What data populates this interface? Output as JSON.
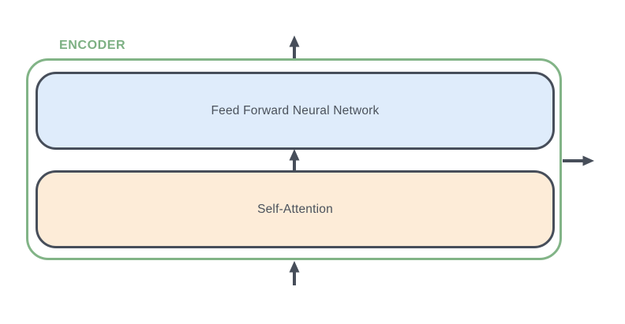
{
  "diagram": {
    "encoder_label": "ENCODER",
    "blocks": [
      {
        "name": "feed-forward-neural-network",
        "label": "Feed Forward Neural Network"
      },
      {
        "name": "self-attention",
        "label": "Self-Attention"
      }
    ],
    "arrows": [
      {
        "name": "encoder-output-top-arrow-icon",
        "direction": "up"
      },
      {
        "name": "ffnn-input-arrow-icon",
        "direction": "up"
      },
      {
        "name": "encoder-input-bottom-arrow-icon",
        "direction": "up"
      },
      {
        "name": "encoder-output-right-arrow-icon",
        "direction": "right"
      }
    ],
    "colors": {
      "background": "#ffffff",
      "encoder_border": "#82b487",
      "encoder_label_text": "#7db083",
      "block_border": "#474e5a",
      "block_text": "#4b525c",
      "ffnn_fill": "#dfecfb",
      "self_attention_fill": "#fdecd8",
      "arrow": "#474e5a"
    }
  }
}
